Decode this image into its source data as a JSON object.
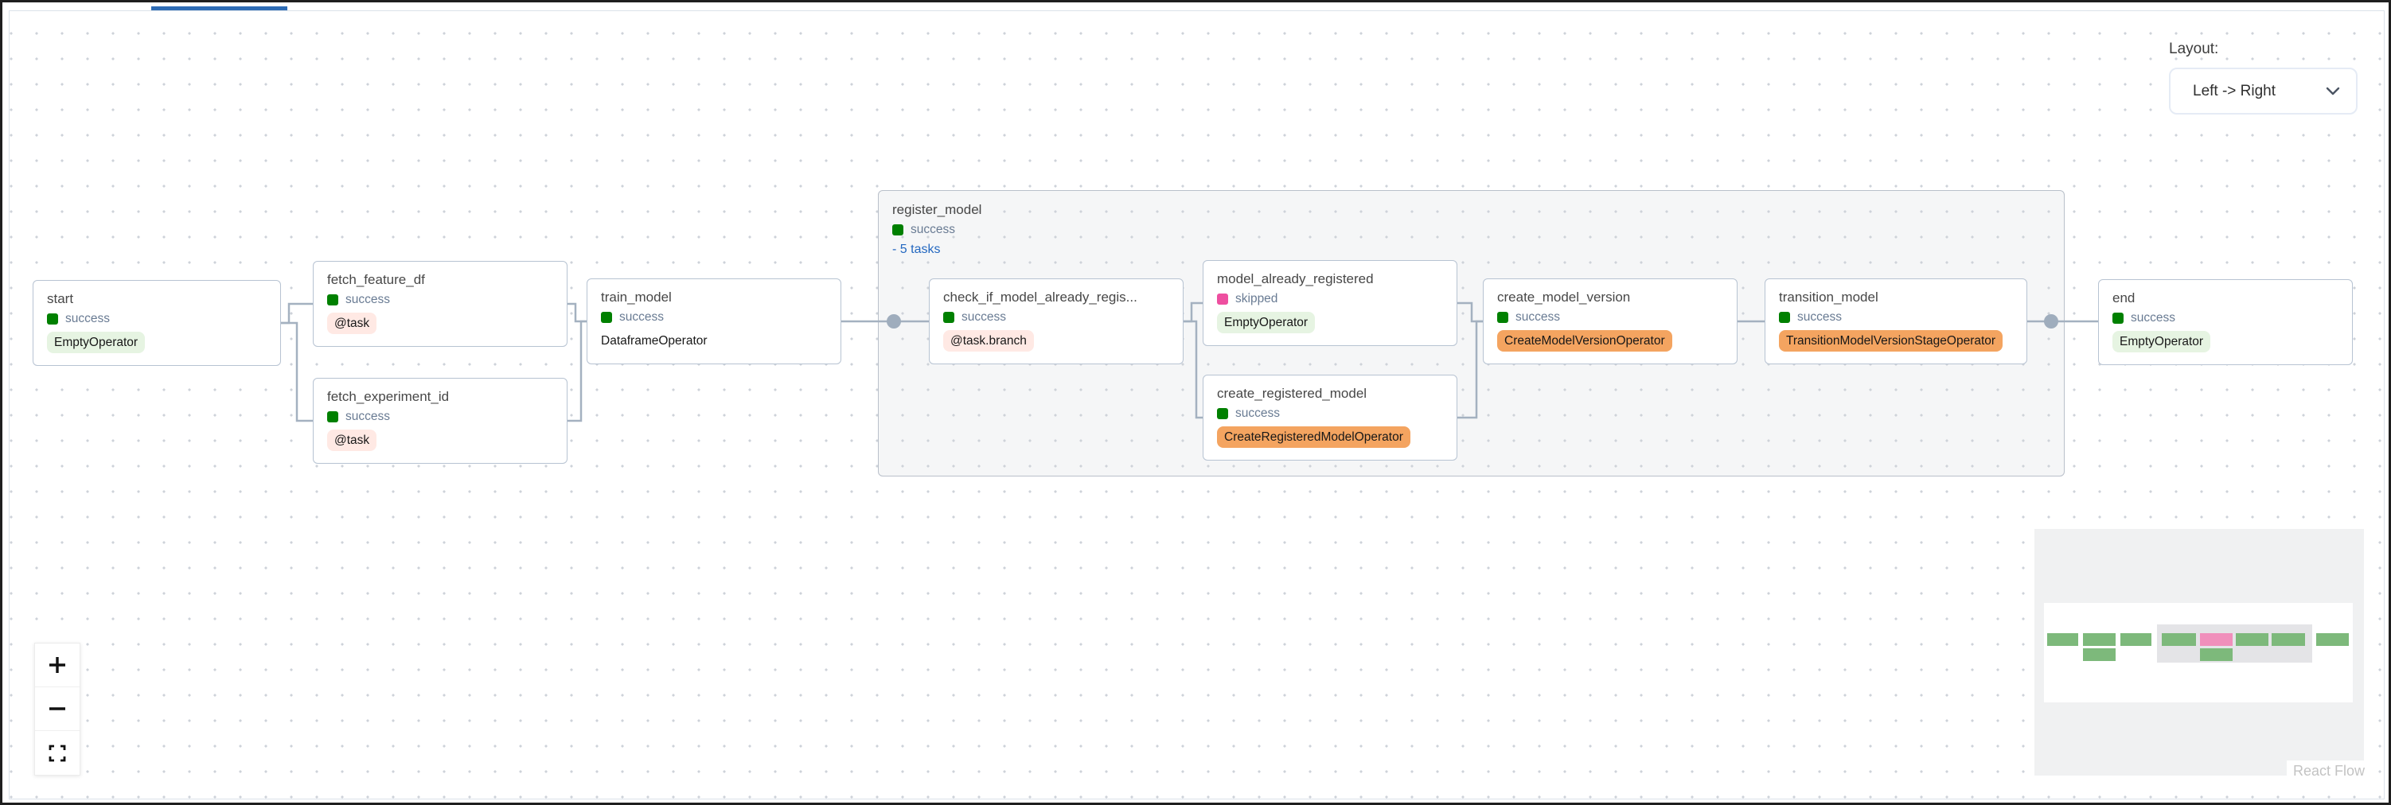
{
  "layout_control": {
    "label": "Layout:",
    "value": "Left -> Right"
  },
  "group": {
    "title": "register_model",
    "status": "success",
    "tasks_toggle": "- 5 tasks"
  },
  "nodes": [
    {
      "title": "start",
      "status": "success",
      "operator": "EmptyOperator"
    },
    {
      "title": "fetch_feature_df",
      "status": "success",
      "operator": "@task"
    },
    {
      "title": "fetch_experiment_id",
      "status": "success",
      "operator": "@task"
    },
    {
      "title": "train_model",
      "status": "success",
      "operator": "DataframeOperator"
    },
    {
      "title": "check_if_model_already_regis...",
      "status": "success",
      "operator": "@task.branch"
    },
    {
      "title": "model_already_registered",
      "status": "skipped",
      "operator": "EmptyOperator"
    },
    {
      "title": "create_registered_model",
      "status": "success",
      "operator": "CreateRegisteredModelOperator"
    },
    {
      "title": "create_model_version",
      "status": "success",
      "operator": "CreateModelVersionOperator"
    },
    {
      "title": "transition_model",
      "status": "success",
      "operator": "TransitionModelVersionStageOperator"
    },
    {
      "title": "end",
      "status": "success",
      "operator": "EmptyOperator"
    }
  ],
  "colors": {
    "status_success": "#008000",
    "status_skipped": "#ee4fa0",
    "operator_empty_bg": "#e6f4e2",
    "operator_task_decorator_bg": "#ffe9e4",
    "operator_mlflow_bg": "#f4a460",
    "edge": "#a4b1c0",
    "tasks_link": "#2468c0",
    "active_tab_indicator": "#2e6cb5"
  },
  "minimap": {
    "node_success_color": "#7db97b",
    "node_skipped_color": "#f08fbb"
  },
  "attribution": "React Flow"
}
